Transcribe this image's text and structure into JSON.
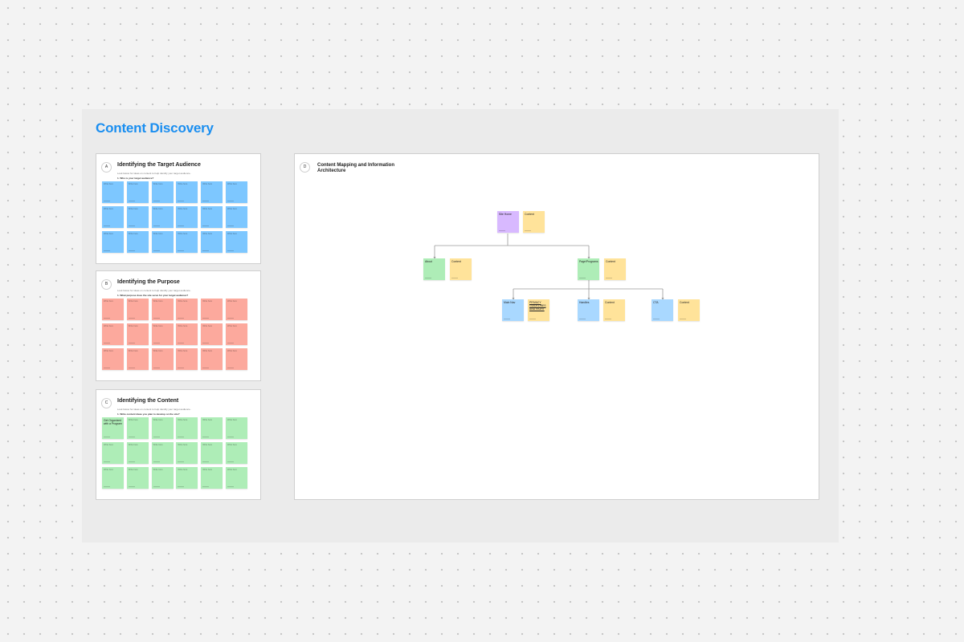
{
  "board": {
    "title": "Content Discovery"
  },
  "sections": [
    {
      "badge": "A",
      "title": "Identifying the Target Audience",
      "description": "Look below for ideas on content to help identify your target audience.",
      "question": "1.  Who is your target audience?",
      "note_color": "#7dc7ff",
      "note_placeholder": "Write here",
      "first_note_text": ""
    },
    {
      "badge": "B",
      "title": "Identifying the Purpose",
      "description": "Look below for ideas on content to help identify your target audience.",
      "question": "1.  What purpose does the site serve for your target audience?",
      "note_color": "#fca99d",
      "note_placeholder": "Write here",
      "first_note_text": ""
    },
    {
      "badge": "C",
      "title": "Identifying the Content",
      "description": "Look below for ideas on content to help identify your target audience.",
      "question": "1.  Write content ideas you plan to develop on the site?",
      "note_color": "#aeedb7",
      "note_placeholder": "Write here",
      "first_note_text": "Get Organized with a Program"
    }
  ],
  "map": {
    "badge": "D",
    "title": "Content Mapping and Information Architecture",
    "nodes": {
      "site_home": "Site Home",
      "content_1": "Content",
      "about": "About",
      "content_2": "Content",
      "page_programs": "Page/Programs",
      "content_3": "Content",
      "main_nav": "Main Nav",
      "page_links": "PRIVACY GUIDELINES AND RIGHT",
      "faq_hub": "Handles",
      "content_4": "Content",
      "cta": "CTA",
      "content_5": "Content"
    }
  },
  "colors": {
    "title_blue": "#1a8ef0",
    "board_bg": "#ebebeb",
    "canvas_bg": "#f3f3f3"
  }
}
